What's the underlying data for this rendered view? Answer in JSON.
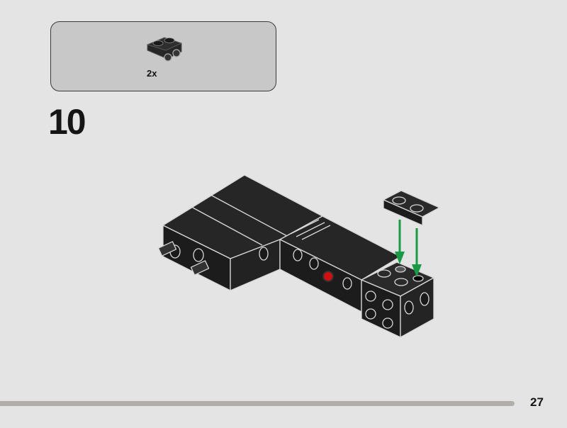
{
  "parts_list": {
    "items": [
      {
        "part": "black-bracket-1x2-icon",
        "quantity": "2x"
      }
    ]
  },
  "step": {
    "number": "10"
  },
  "colors": {
    "background": "#e4e4e4",
    "parts_box": "#c8c8c8",
    "brick": "#1e1e1e",
    "arrow": "#1a9a45",
    "accent_red": "#d01010",
    "progress_track": "#b2aea9"
  },
  "footer": {
    "page_number": "27"
  }
}
